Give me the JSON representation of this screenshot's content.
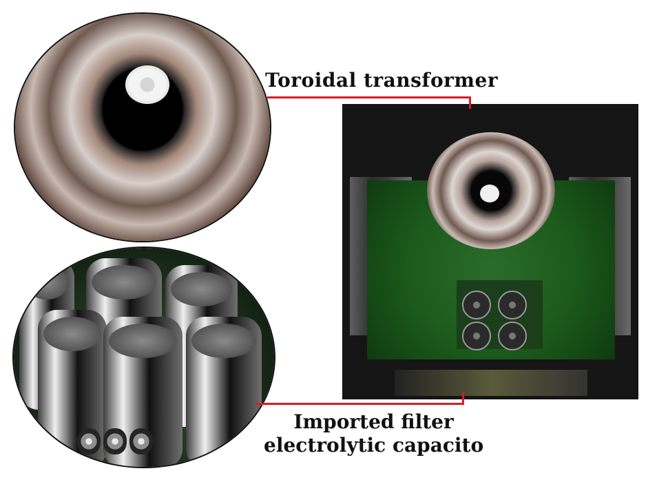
{
  "labels": {
    "transformer": "Toroidal transformer",
    "capacitor_line1": "Imported filter",
    "capacitor_line2": "electrolytic capacito"
  },
  "colors": {
    "callout_line": "#d71d24",
    "text": "#111111"
  },
  "images": {
    "transformer_zoom": "circular close-up of toroidal transformer windings",
    "capacitor_zoom": "circular close-up of filter electrolytic capacitors",
    "amplifier_interior": "amplifier internal view with transformer and PCB"
  }
}
